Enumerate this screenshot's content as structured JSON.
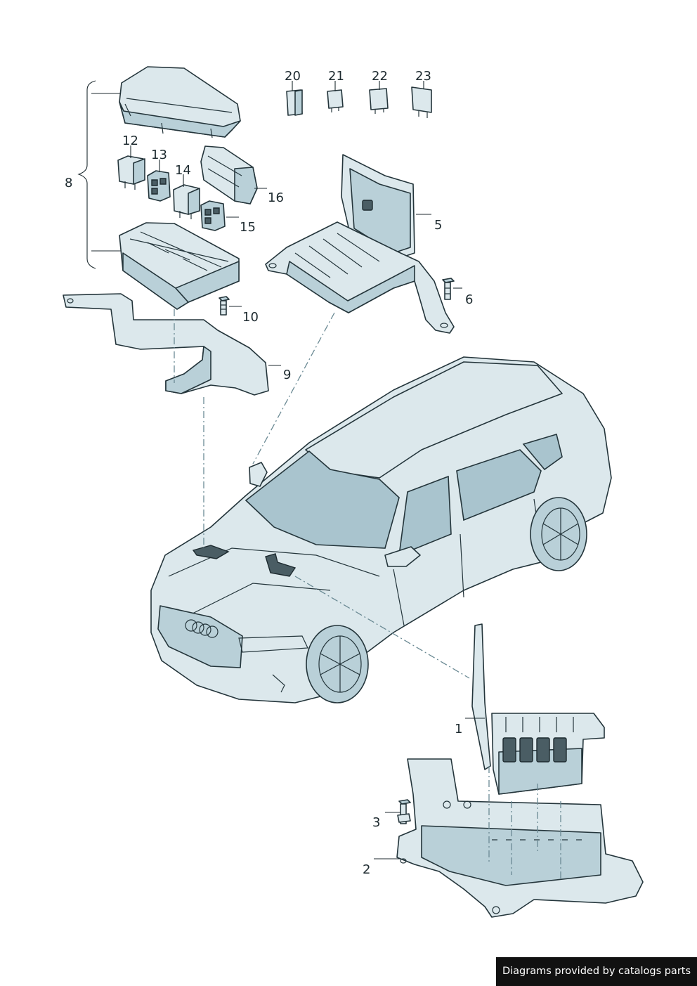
{
  "callouts": {
    "c1": "1",
    "c2": "2",
    "c3": "3",
    "c5": "5",
    "c6": "6",
    "c8": "8",
    "c9": "9",
    "c10": "10",
    "c12": "12",
    "c13": "13",
    "c14": "14",
    "c15": "15",
    "c16": "16",
    "c20": "20",
    "c21": "21",
    "c22": "22",
    "c23": "23"
  },
  "footer": {
    "text": "Diagrams provided by catalogs parts"
  },
  "colors": {
    "part_fill": "#dce8ec",
    "part_shade": "#b9d0d8",
    "outline": "#24353b",
    "footer_bg": "#111111"
  }
}
